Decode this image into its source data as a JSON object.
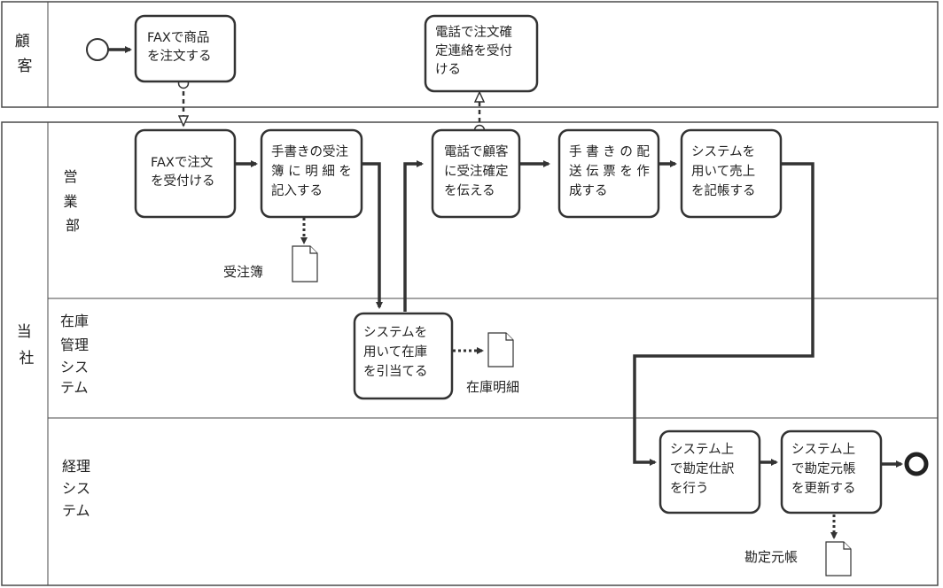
{
  "pools": {
    "customer": {
      "label_lines": [
        "顧",
        "客"
      ]
    },
    "company": {
      "label_lines": [
        "当",
        "社"
      ]
    }
  },
  "lanes": {
    "sales": {
      "label_lines": [
        "営",
        "業",
        "部"
      ]
    },
    "inventory": {
      "label_lines": [
        "在庫",
        "管理",
        "シス",
        "テム"
      ]
    },
    "accounting": {
      "label_lines": [
        "経理",
        "シス",
        "テム"
      ]
    }
  },
  "tasks": {
    "fax_order": {
      "lines": [
        "FAXで商品",
        "を注文する"
      ]
    },
    "receive_confirm": {
      "lines": [
        "電話で注文確",
        "定連絡を受付",
        "ける"
      ]
    },
    "receive_fax": {
      "lines": [
        "FAXで注文",
        "を受付ける"
      ]
    },
    "write_ledger": {
      "lines": [
        "手書きの受注",
        "簿 に 明 細 を",
        "記入する"
      ]
    },
    "phone_confirm": {
      "lines": [
        "電話で顧客",
        "に受注確定",
        "を伝える"
      ]
    },
    "delivery_slip": {
      "lines": [
        "手 書 き の 配",
        "送 伝 票 を 作",
        "成する"
      ]
    },
    "record_sales": {
      "lines": [
        "システムを",
        "用いて売上",
        "を記帳する"
      ]
    },
    "allocate_stock": {
      "lines": [
        "システムを",
        "用いて在庫",
        "を引当てる"
      ]
    },
    "journal_entry": {
      "lines": [
        "システム上",
        "で勘定仕訳",
        "を行う"
      ]
    },
    "update_ledger": {
      "lines": [
        "システム上",
        "で勘定元帳",
        "を更新する"
      ]
    }
  },
  "documents": {
    "order_book": {
      "label": "受注簿"
    },
    "inventory_detail": {
      "label": "在庫明細"
    },
    "account_ledger": {
      "label": "勘定元帳"
    }
  }
}
